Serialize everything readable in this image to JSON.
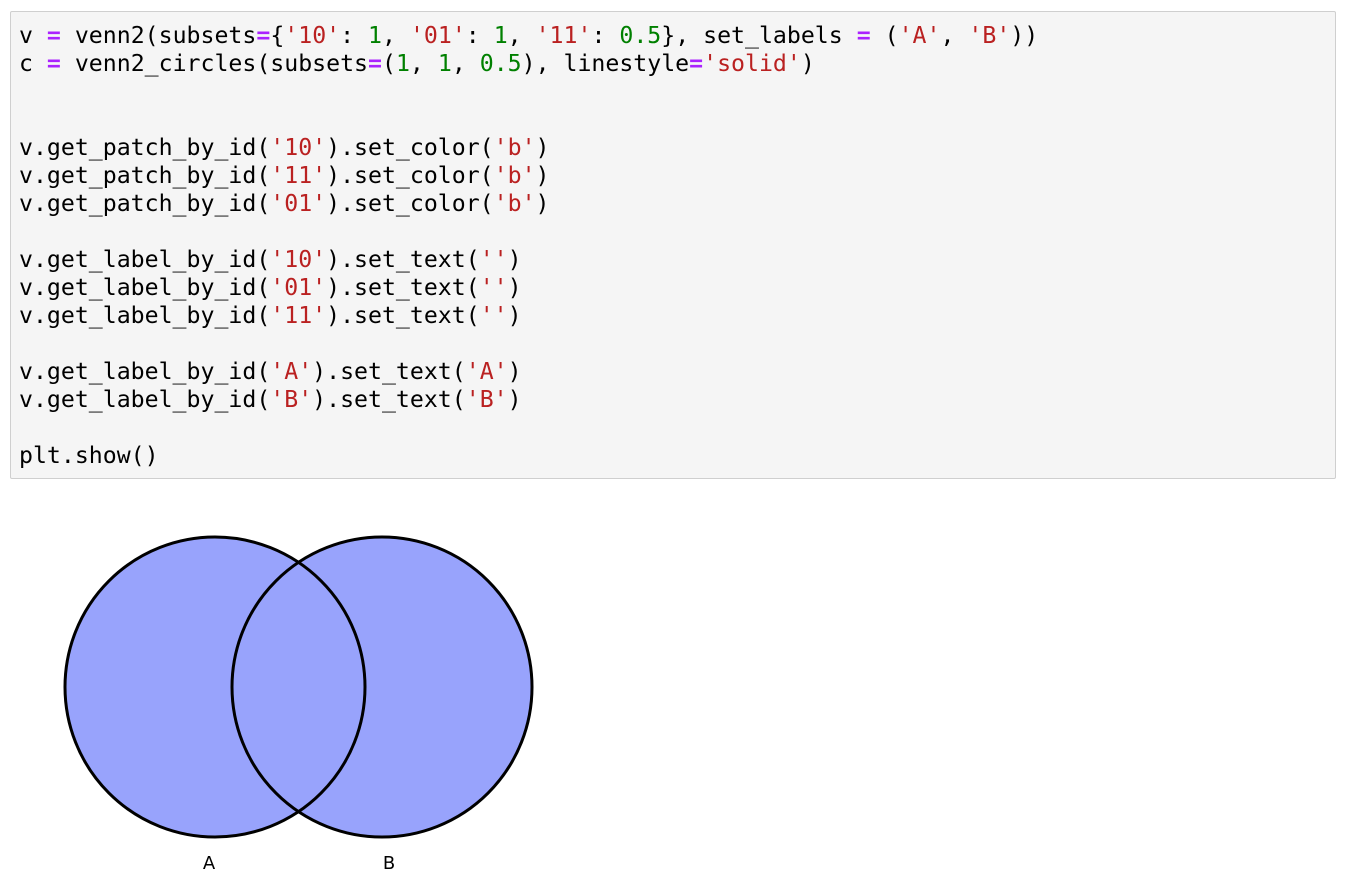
{
  "code_cell": {
    "lines": [
      [
        [
          "plain",
          "v "
        ],
        [
          "op",
          "="
        ],
        [
          "plain",
          " venn2(subsets"
        ],
        [
          "op",
          "="
        ],
        [
          "plain",
          "{"
        ],
        [
          "str",
          "'10'"
        ],
        [
          "plain",
          ": "
        ],
        [
          "num",
          "1"
        ],
        [
          "plain",
          ", "
        ],
        [
          "str",
          "'01'"
        ],
        [
          "plain",
          ": "
        ],
        [
          "num",
          "1"
        ],
        [
          "plain",
          ", "
        ],
        [
          "str",
          "'11'"
        ],
        [
          "plain",
          ": "
        ],
        [
          "num",
          "0.5"
        ],
        [
          "plain",
          "}, set_labels "
        ],
        [
          "op",
          "="
        ],
        [
          "plain",
          " ("
        ],
        [
          "str",
          "'A'"
        ],
        [
          "plain",
          ", "
        ],
        [
          "str",
          "'B'"
        ],
        [
          "plain",
          "))"
        ]
      ],
      [
        [
          "plain",
          "c "
        ],
        [
          "op",
          "="
        ],
        [
          "plain",
          " venn2_circles(subsets"
        ],
        [
          "op",
          "="
        ],
        [
          "plain",
          "("
        ],
        [
          "num",
          "1"
        ],
        [
          "plain",
          ", "
        ],
        [
          "num",
          "1"
        ],
        [
          "plain",
          ", "
        ],
        [
          "num",
          "0.5"
        ],
        [
          "plain",
          "), linestyle"
        ],
        [
          "op",
          "="
        ],
        [
          "str",
          "'solid'"
        ],
        [
          "plain",
          ")"
        ]
      ],
      [],
      [],
      [
        [
          "plain",
          "v.get_patch_by_id("
        ],
        [
          "str",
          "'10'"
        ],
        [
          "plain",
          ").set_color("
        ],
        [
          "str",
          "'b'"
        ],
        [
          "plain",
          ")"
        ]
      ],
      [
        [
          "plain",
          "v.get_patch_by_id("
        ],
        [
          "str",
          "'11'"
        ],
        [
          "plain",
          ").set_color("
        ],
        [
          "str",
          "'b'"
        ],
        [
          "plain",
          ")"
        ]
      ],
      [
        [
          "plain",
          "v.get_patch_by_id("
        ],
        [
          "str",
          "'01'"
        ],
        [
          "plain",
          ").set_color("
        ],
        [
          "str",
          "'b'"
        ],
        [
          "plain",
          ")"
        ]
      ],
      [],
      [
        [
          "plain",
          "v.get_label_by_id("
        ],
        [
          "str",
          "'10'"
        ],
        [
          "plain",
          ").set_text("
        ],
        [
          "str",
          "''"
        ],
        [
          "plain",
          ")"
        ]
      ],
      [
        [
          "plain",
          "v.get_label_by_id("
        ],
        [
          "str",
          "'01'"
        ],
        [
          "plain",
          ").set_text("
        ],
        [
          "str",
          "''"
        ],
        [
          "plain",
          ")"
        ]
      ],
      [
        [
          "plain",
          "v.get_label_by_id("
        ],
        [
          "str",
          "'11'"
        ],
        [
          "plain",
          ").set_text("
        ],
        [
          "str",
          "''"
        ],
        [
          "plain",
          ")"
        ]
      ],
      [],
      [
        [
          "plain",
          "v.get_label_by_id("
        ],
        [
          "str",
          "'A'"
        ],
        [
          "plain",
          ").set_text("
        ],
        [
          "str",
          "'A'"
        ],
        [
          "plain",
          ")"
        ]
      ],
      [
        [
          "plain",
          "v.get_label_by_id("
        ],
        [
          "str",
          "'B'"
        ],
        [
          "plain",
          ").set_text("
        ],
        [
          "str",
          "'B'"
        ],
        [
          "plain",
          ")"
        ]
      ],
      [],
      [
        [
          "plain",
          "plt.show()"
        ]
      ]
    ]
  },
  "venn_output": {
    "set_labels": [
      "A",
      "B"
    ],
    "subsets": {
      "10": 1,
      "01": 1,
      "11": 0.5
    },
    "fill_color": "#98a3fc",
    "edge_color": "#000000",
    "linestyle": "solid"
  }
}
